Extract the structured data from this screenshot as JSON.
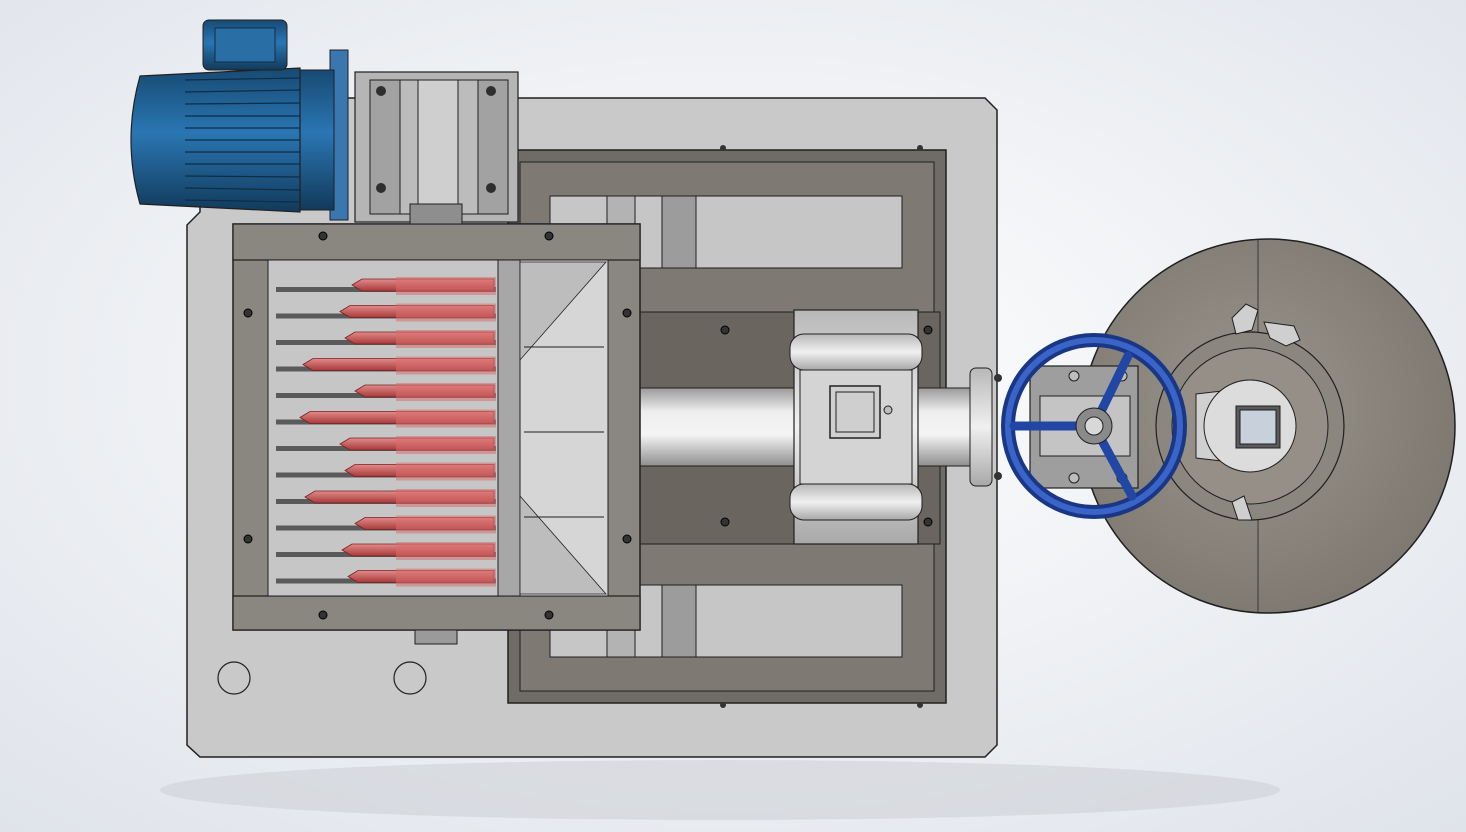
{
  "scene": {
    "view": "top view",
    "background_gradient": [
      "#ffffff",
      "#dfe3ea"
    ],
    "colors": {
      "base_plate": "#c8c8c8",
      "frame": "#7b7770",
      "frame_dark": "#5f5b55",
      "motor_blue": "#1f5c8c",
      "handwheel_blue": "#2146a3",
      "blade_red": "#c85a5a",
      "blade_red_dark": "#9a2f2f",
      "pipe": "#d8d8d8",
      "disc": "#8a857d",
      "outline": "#202020"
    },
    "components": [
      {
        "name": "base-plate"
      },
      {
        "name": "electric-motor",
        "icon": "motor-icon"
      },
      {
        "name": "gearbox"
      },
      {
        "name": "cutter-housing"
      },
      {
        "name": "cutter-blades",
        "count": 12
      },
      {
        "name": "support-frame"
      },
      {
        "name": "discharge-pipe"
      },
      {
        "name": "pipe-clamp"
      },
      {
        "name": "flange"
      },
      {
        "name": "valve-body"
      },
      {
        "name": "handwheel",
        "icon": "handwheel-icon"
      },
      {
        "name": "tank-disc"
      },
      {
        "name": "access-hatch"
      }
    ]
  }
}
